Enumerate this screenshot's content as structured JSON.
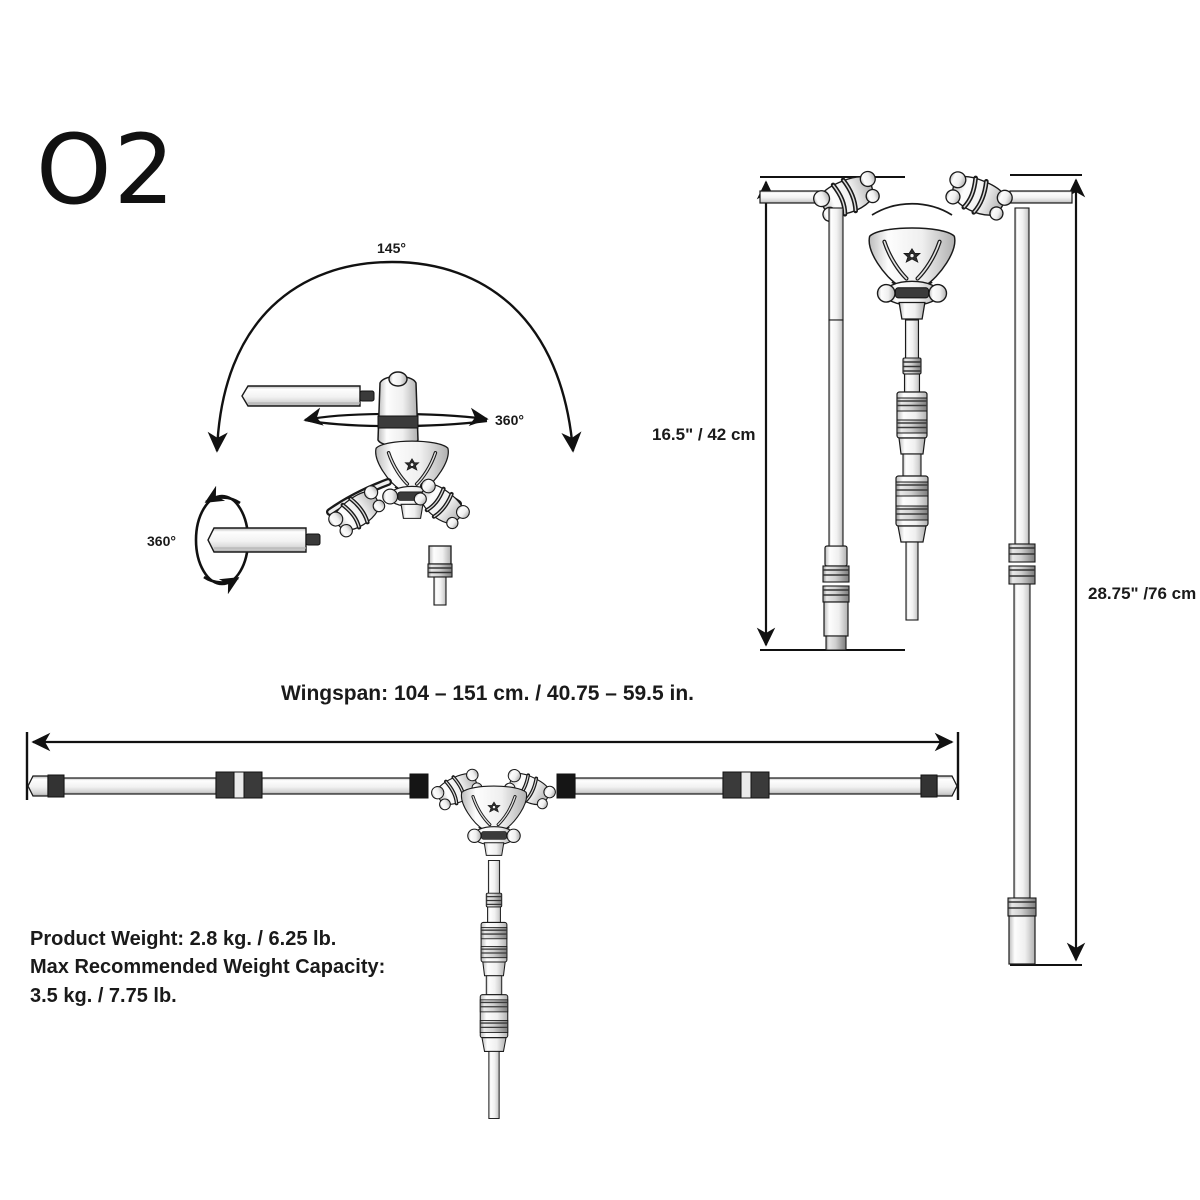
{
  "brand": {
    "logo_text": "O2"
  },
  "articulation_diagram": {
    "name": "rotation-articulation-view",
    "tilt_arc_label": "145°",
    "pan_arrow_label": "360°",
    "roll_arrow_label": "360°"
  },
  "height_view": {
    "name": "height-elevation-view",
    "collapsed_height_label": "16.5\" / 42 cm",
    "extended_height_label": "28.75\" /76 cm"
  },
  "wingspan_view": {
    "name": "wingspan-plan-view",
    "label": "Wingspan: 104 – 151 cm. / 40.75 – 59.5 in."
  },
  "specifications": {
    "line1": "Product Weight: 2.8 kg. / 6.25 lb.",
    "line2": "Max Recommended Weight Capacity:",
    "line3": "3.5 kg. / 7.75 lb."
  },
  "colors": {
    "background": "#ffffff",
    "line": "#1a1a1a",
    "fill_light": "#fdfdfd",
    "fill_mid": "#c9c9c9",
    "fill_dark": "#4a4a4a"
  }
}
